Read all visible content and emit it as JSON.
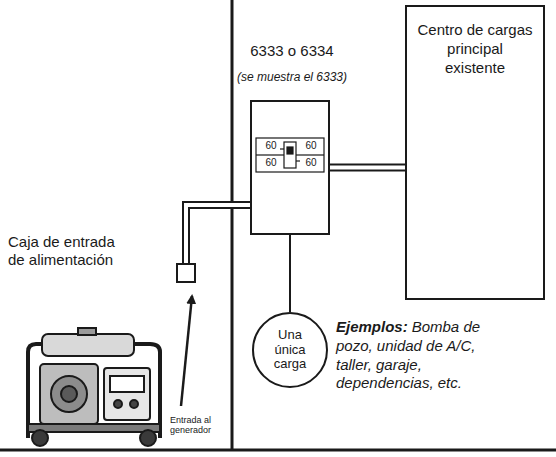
{
  "diagram": {
    "nodes": [
      {
        "text": [
          "6333 o 6334",
          "(se muestra el 6333)"
        ]
      },
      {
        "text": [
          "Centro de cargas principal existente"
        ]
      },
      {
        "text": [
          "Caja de entrada de alimentación"
        ]
      },
      {
        "text": [
          "Una única carga"
        ]
      }
    ],
    "edges": [
      {
        "from": 2,
        "to": 0,
        "arrow": "none"
      },
      {
        "from": 0,
        "to": 1,
        "arrow": "none"
      },
      {
        "from": 0,
        "to": 3,
        "arrow": "none"
      }
    ],
    "labels": [
      "60",
      "60",
      "60",
      "60",
      "Ejemplos:",
      "Bomba de pozo, unidad de A/C, taller, garaje, dependencias, etc.",
      "Entrada al generador"
    ]
  }
}
